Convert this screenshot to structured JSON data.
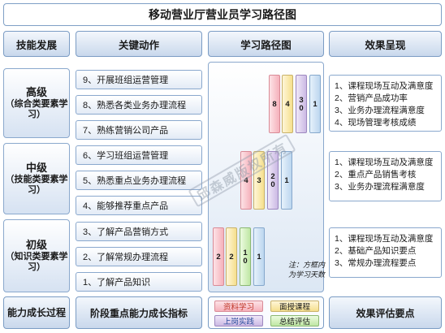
{
  "title": "移动营业厅营业员学习路径图",
  "headers": {
    "skill": "技能发展",
    "action": "关键动作",
    "path": "学习路径图",
    "effect": "效果呈现"
  },
  "levels": [
    {
      "name": "高级",
      "sub": "（综合类要素学习）",
      "actions": [
        "9、开展班组运营管理",
        "8、熟悉各类业务办理流程",
        "7、熟练营销公司产品"
      ],
      "bars": [
        "8",
        "4",
        "30",
        "1"
      ],
      "effects": [
        "1、课程现场互动及满意度",
        "2、营销产品成功率",
        "3、业务办理流程满意度",
        "4、现场管理考核成绩"
      ]
    },
    {
      "name": "中级",
      "sub": "（技能类要素学习）",
      "actions": [
        "6、学习班组运营管理",
        "5、熟悉重点业务办理流程",
        "4、能够推荐重点产品"
      ],
      "bars": [
        "4",
        "3",
        "20",
        "1"
      ],
      "effects": [
        "1、课程现场互动及满意度",
        "2、重点产品销售考核",
        "3、业务办理流程满意度"
      ]
    },
    {
      "name": "初级",
      "sub": "（知识类要素学习）",
      "actions": [
        "3、了解产品营销方式",
        "2、了解常规办理流程",
        "1、了解产品知识"
      ],
      "bars": [
        "2",
        "2",
        "10",
        "1"
      ],
      "effects": [
        "1、课程现场互动及满意度",
        "2、基础产品知识要点",
        "3、常规办理流程要点"
      ]
    }
  ],
  "note": [
    "注：方框内",
    "为学习天数"
  ],
  "footer": {
    "left": "能力成长过程",
    "mid": "阶段重点能力成长指标",
    "right": "效果评估要点",
    "legend": [
      "资料学习",
      "面授课程",
      "上岗实践",
      "总结评估"
    ]
  },
  "watermark": "邱森威版权所有",
  "colors": {
    "resource_study": "#f5b1bb",
    "classroom": "#f5df8d",
    "on_job": "#bfe7a4",
    "summary": "#cbb9e4",
    "frame": "#7b9cc4"
  }
}
